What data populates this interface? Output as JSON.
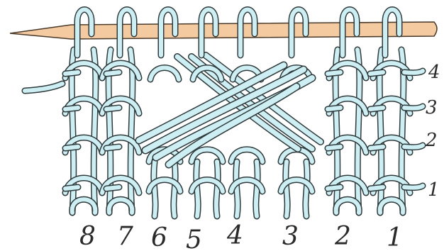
{
  "diagram": {
    "subject": "knitted fabric on a needle with a cable crossing",
    "needle_color": "#f4caa0",
    "needle_outline": "#4a3a2a",
    "yarn_color": "#cdeef2",
    "yarn_outline": "#2f3a3c",
    "stitch_columns": [
      "8",
      "7",
      "6",
      "5",
      "4",
      "3",
      "2",
      "1"
    ],
    "row_labels": [
      "4",
      "3",
      "2",
      "1"
    ]
  }
}
